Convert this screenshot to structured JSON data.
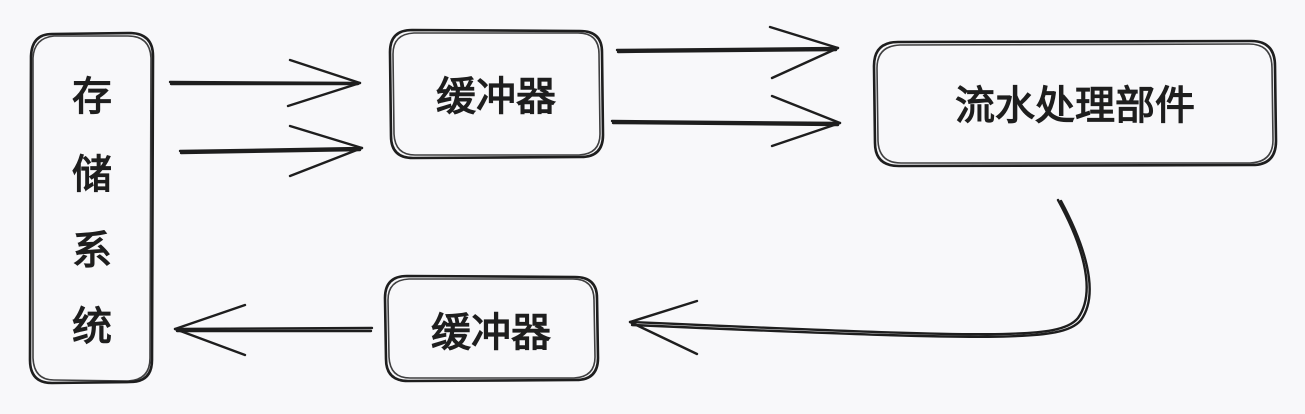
{
  "nodes": {
    "storage": {
      "chars": [
        "存",
        "储",
        "系",
        "统"
      ]
    },
    "buffer_top": {
      "label": "缓冲器"
    },
    "pipeline": {
      "label": "流水处理部件"
    },
    "buffer_bottom": {
      "label": "缓冲器"
    }
  },
  "colors": {
    "background": "#f8f8fa",
    "stroke": "#1e1e1e"
  }
}
